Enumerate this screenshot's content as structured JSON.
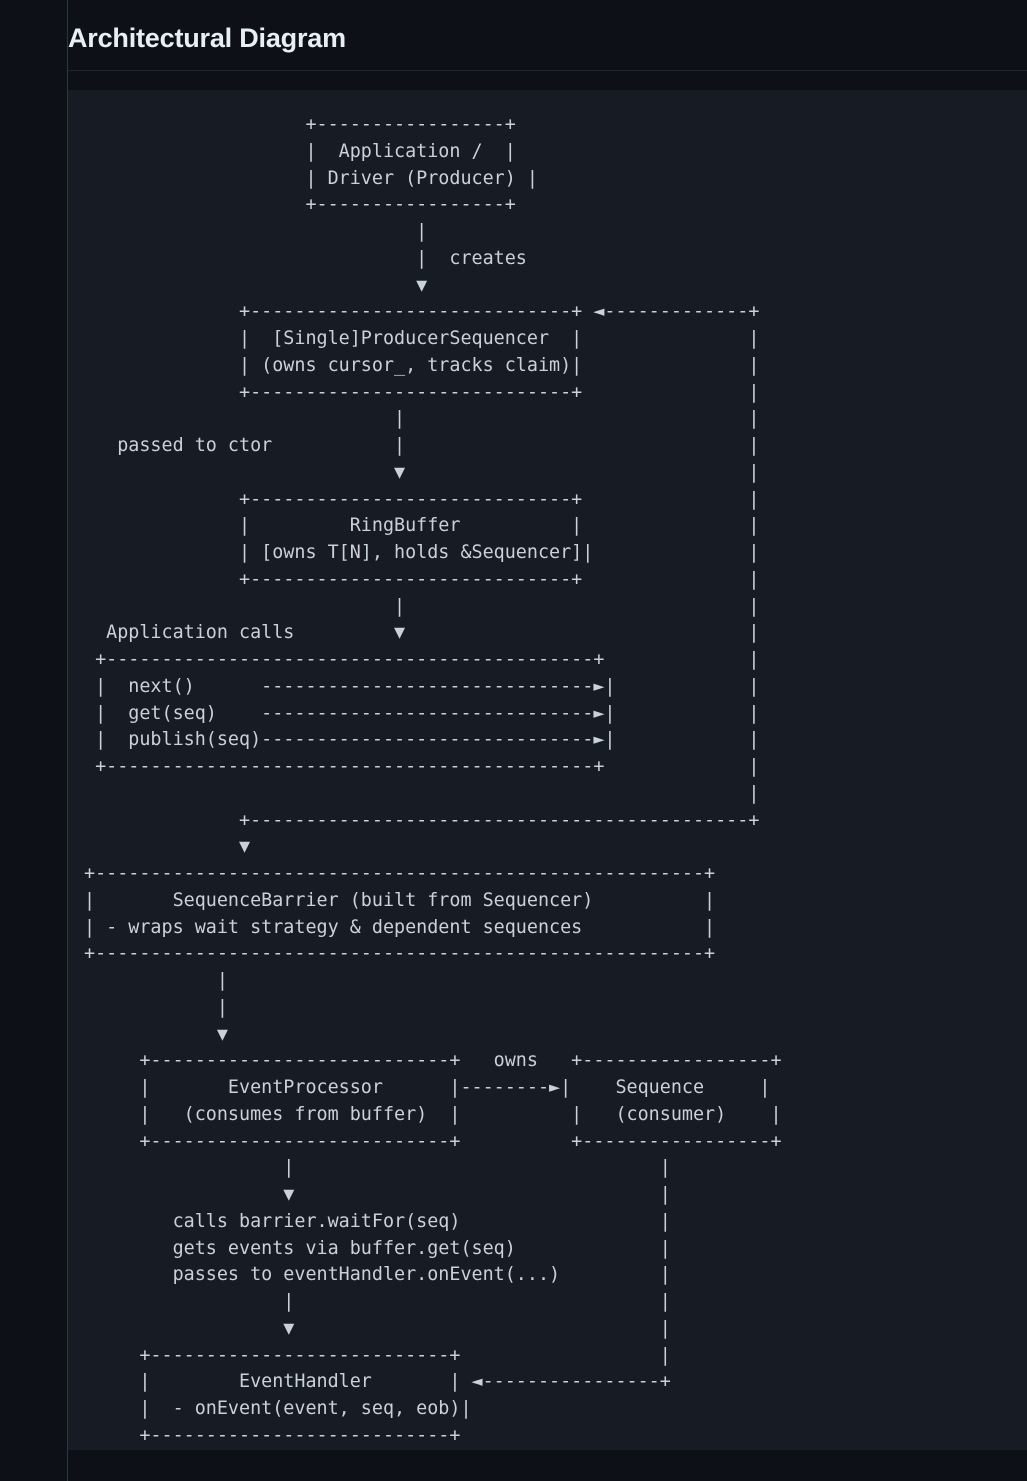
{
  "page": {
    "title": "Architectural Diagram",
    "background_color": "#0d1117",
    "code_block_background": "#171b24",
    "text_color": "#c9d1d9",
    "title_color": "#e9eef5",
    "rule_color": "#21262d"
  },
  "diagram": {
    "type": "ascii-art",
    "language": "text",
    "nodes": [
      {
        "id": "app-driver",
        "lines": [
          "Application /",
          "Driver (Producer)"
        ]
      },
      {
        "id": "producer-sequencer",
        "lines": [
          "[Single]ProducerSequencer",
          "(owns cursor_, tracks claim)"
        ]
      },
      {
        "id": "ring-buffer",
        "lines": [
          "RingBuffer",
          "[owns T[N], holds &Sequencer]"
        ]
      },
      {
        "id": "application-calls-box",
        "lines": [
          "next()",
          "get(seq)",
          "publish(seq)"
        ]
      },
      {
        "id": "sequence-barrier",
        "lines": [
          "SequenceBarrier (built from Sequencer)",
          "- wraps wait strategy & dependent sequences"
        ]
      },
      {
        "id": "event-processor",
        "lines": [
          "EventProcessor",
          "(consumes from buffer)"
        ]
      },
      {
        "id": "sequence-consumer",
        "lines": [
          "Sequence",
          "(consumer)"
        ]
      },
      {
        "id": "event-handler",
        "lines": [
          "EventHandler",
          "- onEvent(event, seq, eob)"
        ]
      }
    ],
    "edge_labels": [
      "creates",
      "passed to ctor",
      "Application calls",
      "owns"
    ],
    "notes": [
      "calls barrier.waitFor(seq)",
      "gets events via buffer.get(seq)",
      "passes to eventHandler.onEvent(...)"
    ],
    "art": "                    +-----------------+\n                    |  Application /  |\n                    | Driver (Producer) |\n                    +-----------------+\n                              |\n                              |  creates\n                              ▼\n              +-----------------------------+ ◄-------------+\n              |  [Single]ProducerSequencer  |               |\n              | (owns cursor_, tracks claim)|               |\n              +-----------------------------+               |\n                            |                               |\n   passed to ctor           |                               |\n                            ▼                               |\n              +-----------------------------+               |\n              |         RingBuffer          |               |\n              | [owns T[N], holds &Sequencer]|              |\n              +-----------------------------+               |\n                            |                               |\n  Application calls         ▼                               |\n +--------------------------------------------+             |\n |  next()      ------------------------------►|            |\n |  get(seq)    ------------------------------►|            |\n |  publish(seq)------------------------------►|            |\n +--------------------------------------------+             |\n                                                            |\n              +---------------------------------------------+\n              ▼\n+-------------------------------------------------------+\n|       SequenceBarrier (built from Sequencer)          |\n| - wraps wait strategy & dependent sequences           |\n+-------------------------------------------------------+\n            |\n            |\n            ▼\n     +---------------------------+   owns   +-----------------+\n     |       EventProcessor      |--------►|    Sequence     |\n     |   (consumes from buffer)  |          |   (consumer)    |\n     +---------------------------+          +-----------------+\n                  |                                 |\n                  ▼                                 |\n        calls barrier.waitFor(seq)                  |\n        gets events via buffer.get(seq)             |\n        passes to eventHandler.onEvent(...)         |\n                  |                                 |\n                  ▼                                 |\n     +---------------------------+                  |\n     |        EventHandler       | ◄----------------+\n     |  - onEvent(event, seq, eob)|\n     +---------------------------+"
  }
}
